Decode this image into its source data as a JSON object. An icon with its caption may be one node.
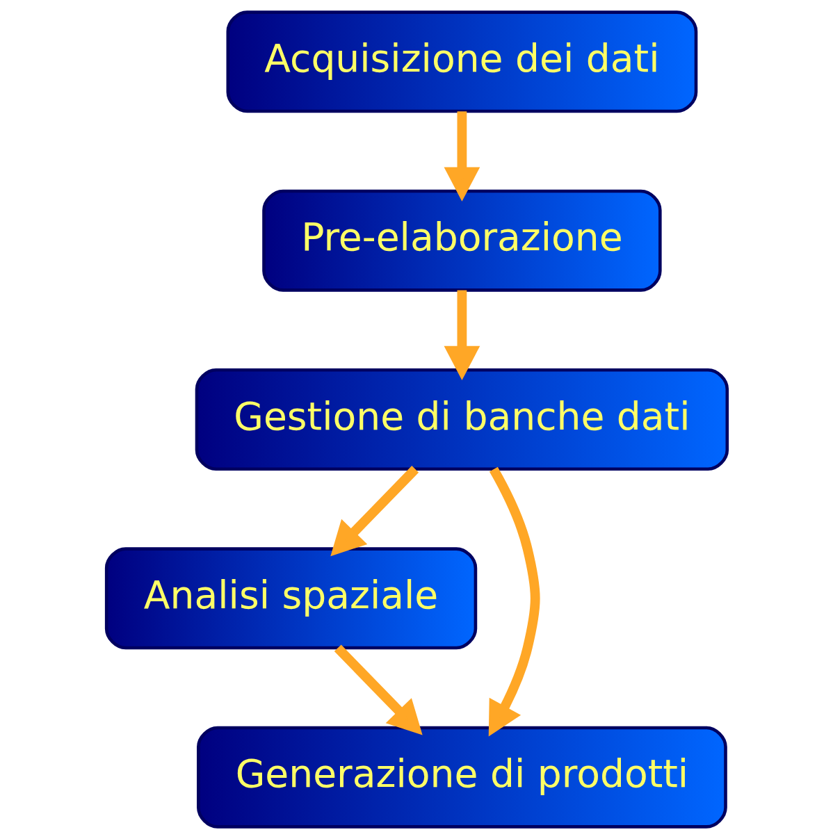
{
  "diagram": {
    "nodes": [
      {
        "text": [
          "Acquisizione dei dati"
        ]
      },
      {
        "text": [
          "Pre-elaborazione"
        ]
      },
      {
        "text": [
          "Gestione di banche dati"
        ]
      },
      {
        "text": [
          "Analisi spaziale"
        ]
      },
      {
        "text": [
          "Generazione di prodotti"
        ]
      }
    ],
    "edges": [
      {
        "from": 0,
        "to": 1,
        "arrow": "to"
      },
      {
        "from": 1,
        "to": 2,
        "arrow": "to"
      },
      {
        "from": 2,
        "to": 3,
        "arrow": "to"
      },
      {
        "from": 2,
        "to": 4,
        "arrow": "to"
      },
      {
        "from": 3,
        "to": 4,
        "arrow": "to"
      }
    ]
  }
}
